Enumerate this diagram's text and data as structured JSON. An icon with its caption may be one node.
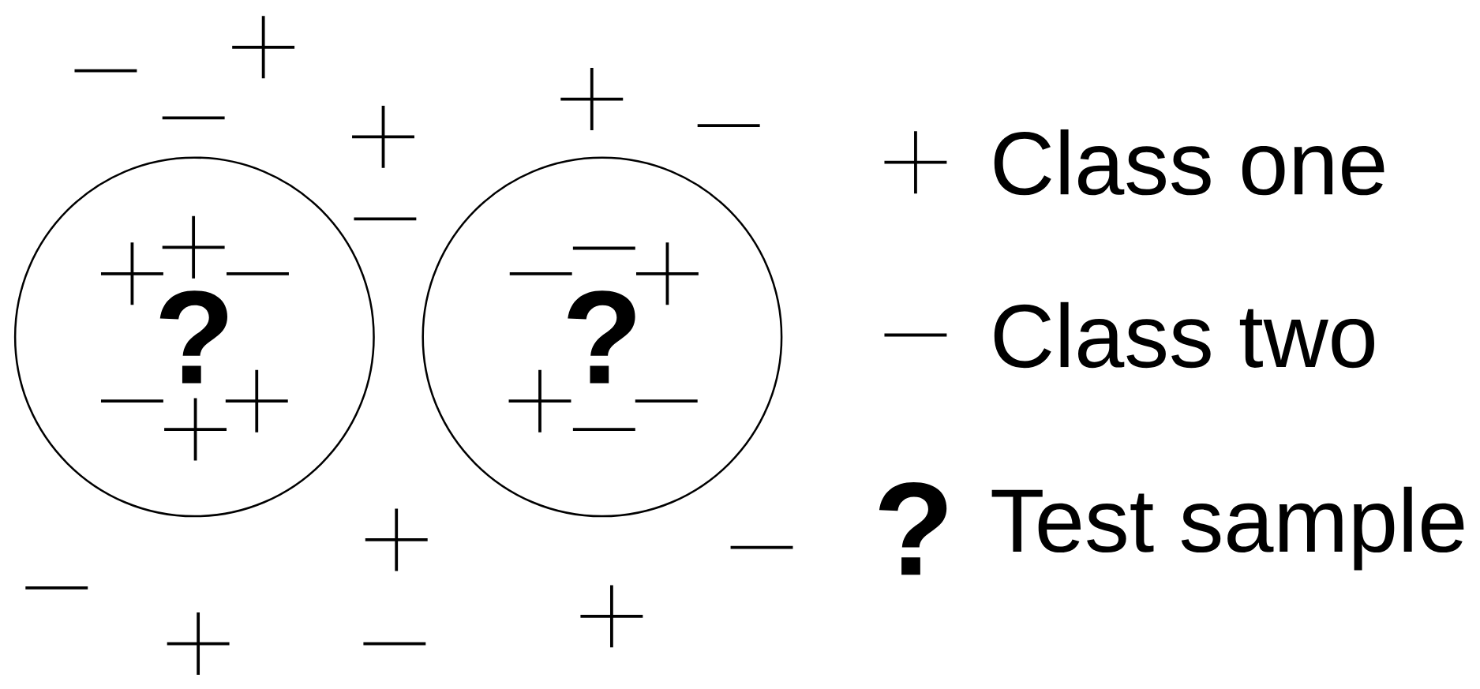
{
  "diagram": {
    "nodes": [
      {
        "text": [
          "?"
        ]
      },
      {
        "text": [
          "?"
        ]
      }
    ],
    "edges": [],
    "labels": [
      "?"
    ],
    "legend": [
      {
        "text": "Class one"
      },
      {
        "text": "Class two"
      },
      {
        "text": "Test sample"
      }
    ]
  }
}
